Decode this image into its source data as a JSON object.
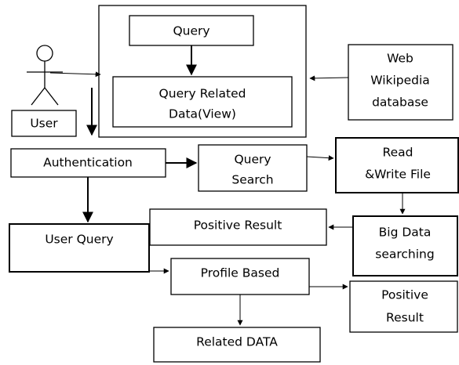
{
  "nodes": {
    "query": "Query",
    "query_related_data": [
      "Query Related",
      "Data(View)"
    ],
    "web_wikipedia_database": [
      "Web",
      "Wikipedia",
      "database"
    ],
    "user": "User",
    "authentication": "Authentication",
    "query_search": [
      "Query",
      "Search"
    ],
    "read_write_file": [
      "Read",
      "&Write File"
    ],
    "positive_result_top": "Positive Result",
    "user_query": "User Query",
    "big_data_searching": [
      "Big Data",
      "searching"
    ],
    "profile_based": "Profile Based",
    "positive_result_bottom": [
      "Positive",
      "Result"
    ],
    "related_data": "Related DATA"
  },
  "edges": [
    {
      "from": "query",
      "to": "query_related_data"
    },
    {
      "from": "web_wikipedia_database",
      "to": "query_related_data"
    },
    {
      "from": "user",
      "to": "query_related_data"
    },
    {
      "from": "user",
      "to": "authentication"
    },
    {
      "from": "authentication",
      "to": "query_search"
    },
    {
      "from": "query_search",
      "to": "read_write_file"
    },
    {
      "from": "read_write_file",
      "to": "big_data_searching"
    },
    {
      "from": "big_data_searching",
      "to": "positive_result_top"
    },
    {
      "from": "authentication",
      "to": "user_query"
    },
    {
      "from": "user_query",
      "to": "profile_based"
    },
    {
      "from": "profile_based",
      "to": "positive_result_bottom"
    },
    {
      "from": "profile_based",
      "to": "related_data"
    }
  ]
}
